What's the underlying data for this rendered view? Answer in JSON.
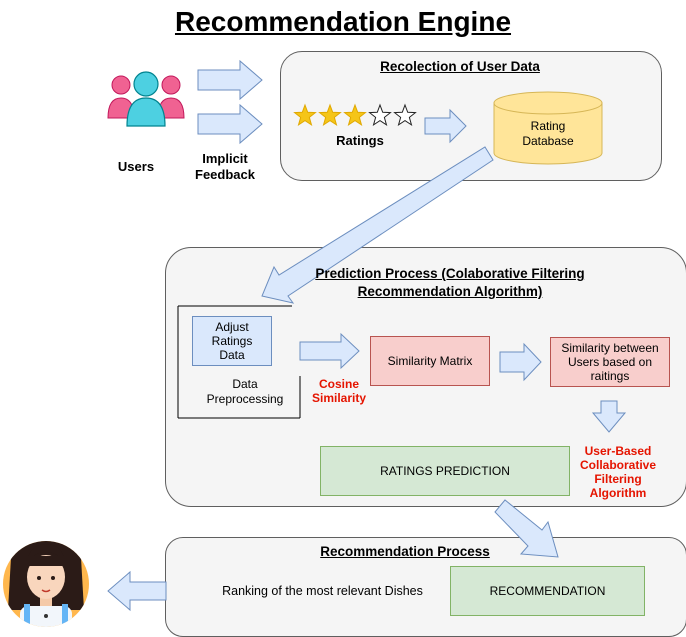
{
  "title": "Recommendation Engine",
  "users_label": "Users",
  "implicit_feedback": "Implicit\nFeedback",
  "recolection": {
    "title": "Recolection of User Data",
    "ratings_label": "Ratings",
    "stars_filled": 3,
    "stars_total": 5,
    "database": "Rating\nDatabase"
  },
  "prediction": {
    "title": "Prediction Process (Colaborative Filtering\nRecommendation Algorithm)",
    "adjust": "Adjust\nRatings\nData",
    "preprocessing": "Data\nPreprocessing",
    "cosine": "Cosine\nSimilarity",
    "matrix": "Similarity Matrix",
    "similarity_users": "Similarity between\nUsers based on\nraitings",
    "ubcf": "User-Based\nCollaborative\nFiltering\nAlgorithm",
    "ratings_prediction": "RATINGS PREDICTION"
  },
  "recommendation": {
    "title": "Recommendation Process",
    "ranking": "Ranking of the most relevant Dishes",
    "box": "RECOMMENDATION"
  },
  "colors": {
    "arrow_fill": "#dae8fc",
    "arrow_stroke": "#6c8ebf",
    "star": "#f5c518",
    "cylinder": "#ffe599",
    "user_pink": "#f06292",
    "user_teal": "#4dd0e1"
  }
}
